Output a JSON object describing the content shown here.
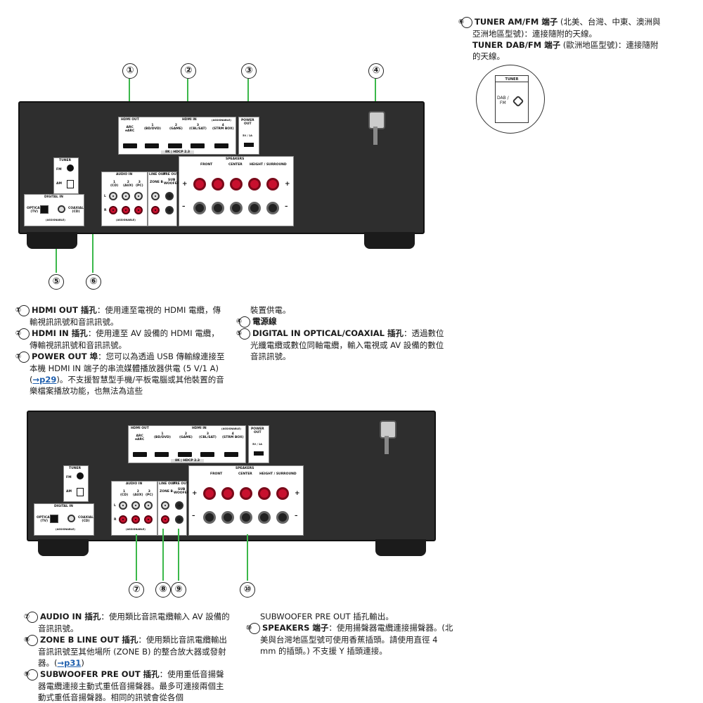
{
  "callout_numbers": [
    "①",
    "②",
    "③",
    "④",
    "⑤",
    "⑥",
    "⑦",
    "⑧",
    "⑨",
    "⑩"
  ],
  "panel_labels": {
    "hdmi_out": "HDMI OUT",
    "arc": "ARC\neARC",
    "hdmi_in": "HDMI IN",
    "assignable": "(ASSIGNABLE)",
    "hdmi_inputs": [
      "1\n(BD/DVD)",
      "2\n(GAME)",
      "3\n(CBL/SAT)",
      "4\n(STRM BOX)"
    ],
    "hdcp": "8K  |  HDCP 2.3",
    "power_out": "POWER\nOUT",
    "power_rating": "5V / 1A",
    "tuner": "TUNER",
    "fm": "FM",
    "am": "AM",
    "digital_in": "DIGITAL IN",
    "optical": "OPTICAL\n(TV)",
    "coaxial": "COAXIAL\n(CD)",
    "assignable_low": "(ASSIGNABLE)",
    "audio_in": "AUDIO IN",
    "audio_inputs": [
      "1\n(CD)",
      "2\n(AUX)",
      "3\n(PC)"
    ],
    "line_out": "LINE OUT",
    "pre_out": "PRE OUT",
    "zone_b": "ZONE B",
    "subwoofer": "SUB\nWOOFER",
    "speakers": "SPEAKERS",
    "front": "FRONT",
    "center": "CENTER",
    "height_surround": "HEIGHT / SURROUND",
    "r": "R",
    "l": "L",
    "plus": "+",
    "minus": "–",
    "tuner_inset_title": "TUNER",
    "tuner_inset_label": "DAB /\nFM"
  },
  "desc6": {
    "title": "TUNER AM/FM 端子",
    "rest1": " (北美、台灣、中東、澳洲與亞洲地區型號)：連接隨附的天線。",
    "title2": "TUNER DAB/FM 端子",
    "rest2": " (歐洲地區型號)：連接隨附的天線。"
  },
  "desc_top_left": {
    "d1_title": "HDMI OUT 插孔",
    "d1_text": "：使用連至電視的 HDMI 電纜，傳輸視訊訊號和音訊訊號。",
    "d2_title": "HDMI IN 插孔",
    "d2_text": "：使用連至 AV 設備的 HDMI 電纜，傳輸視訊訊號和音訊訊號。",
    "d3_title": "POWER OUT 埠",
    "d3_text": "：您可以為透過 USB 傳輸線連接至本機 HDMI IN 端子的串流媒體播放器供電 (5 V/1 A) (",
    "d3_link": "→p29",
    "d3_text2": ")。不支援智慧型手機/平板電腦或其他裝置的音樂檔案播放功能，也無法為這些"
  },
  "desc_top_right": {
    "cont": "裝置供電。",
    "d4_title": "電源線",
    "d5_title": "DIGITAL IN OPTICAL/COAXIAL 插孔",
    "d5_text": "：透過數位光纖電纜或數位同軸電纜，輸入電視或 AV 設備的數位音訊訊號。"
  },
  "desc_bottom_left": {
    "d7_title": "AUDIO IN 插孔",
    "d7_text": "：使用類比音訊電纜輸入 AV 設備的音訊訊號。",
    "d8_title": "ZONE B LINE OUT 插孔",
    "d8_text": "：使用類比音訊電纜輸出音訊訊號至其他場所 (ZONE B) 的整合放大器或發射器。(",
    "d8_link": "→p31",
    "d8_text2": ")",
    "d9_title": "SUBWOOFER PRE OUT 插孔",
    "d9_text": "：使用重低音揚聲器電纜連接主動式重低音揚聲器。最多可連接兩個主動式重低音揚聲器。相同的訊號會從各個"
  },
  "desc_bottom_right": {
    "cont": "SUBWOOFER PRE OUT 插孔輸出。",
    "d10_title": "SPEAKERS 端子",
    "d10_text": "：使用揚聲器電纜連接揚聲器。(北美與台灣地區型號可使用香蕉插頭。請使用直徑 4 mm 的插頭。) 不支援 Y 插頭連接。"
  },
  "colors": {
    "leader": "#3bb84a",
    "link": "#1f5fae",
    "panel": "#2e2e2e",
    "red_jack": "#c8102e"
  }
}
